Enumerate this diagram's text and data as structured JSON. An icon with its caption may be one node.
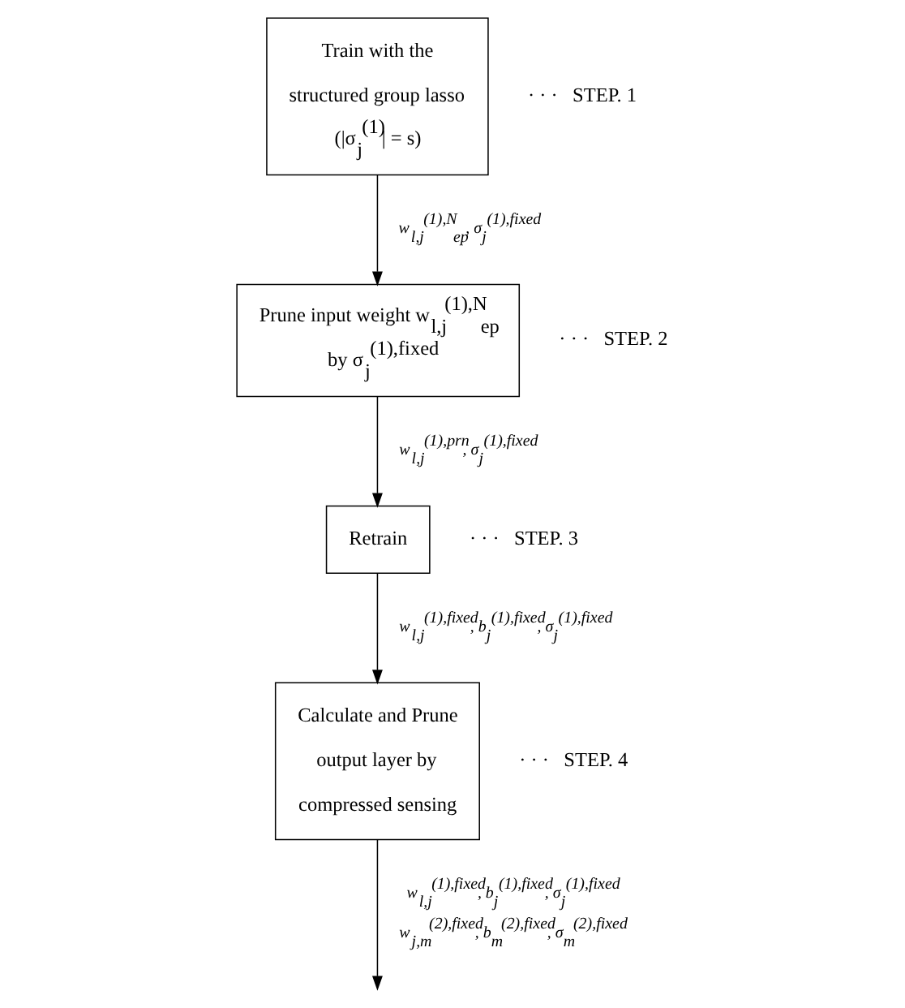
{
  "diagram": {
    "nodes": [
      {
        "text": [
          "Train with the structured group lasso (|σ$_{j}$$^{(1)}$| = s)"
        ],
        "beside": [
          "· · ·   STEP. 1"
        ]
      },
      {
        "text": [
          "Prune input weight w$_{l,j}$$^{(1),N}$$_{ep}$ by σ$_{j}$$^{(1),fixed}$"
        ],
        "beside": [
          "· · ·   STEP. 2"
        ]
      },
      {
        "text": [
          "Retrain"
        ],
        "beside": [
          "· · ·   STEP. 3"
        ]
      },
      {
        "text": [
          "Calculate and Prune output layer by compressed sensing"
        ],
        "beside": [
          "· · ·   STEP. 4"
        ]
      }
    ],
    "edges": [
      {
        "from": 0,
        "to": 1,
        "arrow": "to",
        "label": "w$_{l,j}$$^{(1),N}$$_{ep}$, σ$_{j}$$^{(1),fixed}$"
      },
      {
        "from": 1,
        "to": 2,
        "arrow": "to",
        "label": "w$_{l,j}$$^{(1),prn}$, σ$_{j}$$^{(1),fixed}$"
      },
      {
        "from": 2,
        "to": 3,
        "arrow": "to",
        "label": "w$_{l,j}$$^{(1),fixed}$, b$_{j}$$^{(1),fixed}$, σ$_{j}$$^{(1),fixed}$"
      },
      {
        "from": 3,
        "to": null,
        "arrow": "to",
        "label": "w$_{l,j}$$^{(1),fixed}$, b$_{j}$$^{(1),fixed}$, σ$_{j}$$^{(1),fixed}$ w$_{j,m}$$^{(2),fixed}$, b$_{m}$$^{(2),fixed}$, σ$_{m}$$^{(2),fixed}$"
      }
    ]
  }
}
